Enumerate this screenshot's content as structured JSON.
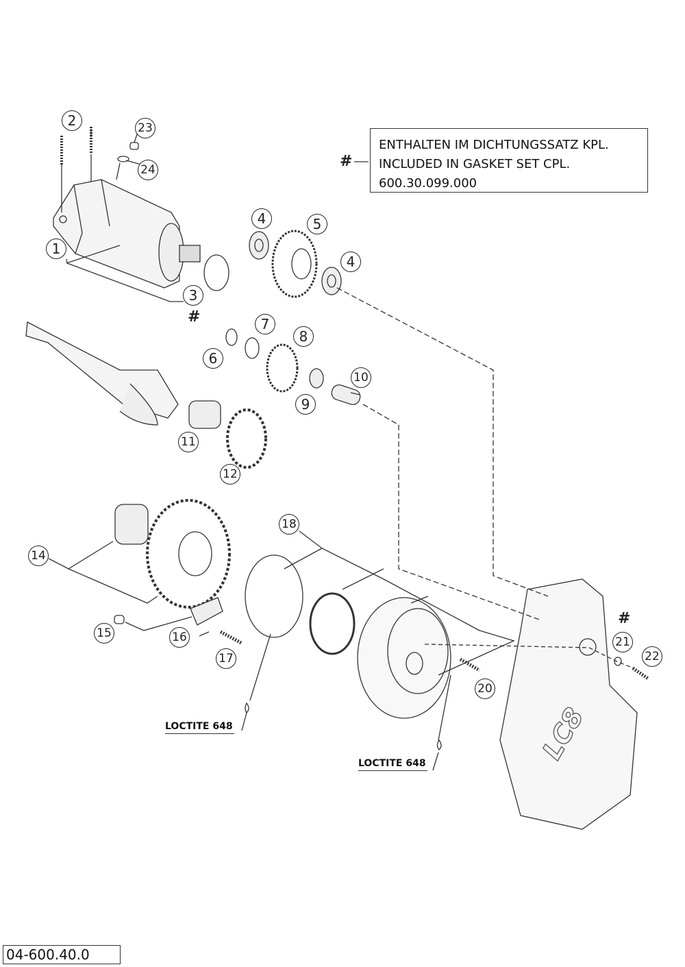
{
  "callouts": {
    "c1": "1",
    "c2": "2",
    "c3": "3",
    "c4a": "4",
    "c4b": "4",
    "c5": "5",
    "c6": "6",
    "c7": "7",
    "c8": "8",
    "c9": "9",
    "c10": "10",
    "c11": "11",
    "c12": "12",
    "c14": "14",
    "c15": "15",
    "c16": "16",
    "c17": "17",
    "c18": "18",
    "c20": "20",
    "c21": "21",
    "c22": "22",
    "c23": "23",
    "c24": "24"
  },
  "hash_marks": {
    "legend": "#",
    "item3": "#",
    "item21": "#"
  },
  "legend": {
    "line1": "ENTHALTEN IM DICHTUNGSSATZ KPL.",
    "line2": "INCLUDED IN GASKET SET CPL.",
    "line3": "600.30.099.000"
  },
  "loctite": {
    "left": "LOCTITE 648",
    "right": "LOCTITE 648"
  },
  "page_code": "04-600.40.0"
}
